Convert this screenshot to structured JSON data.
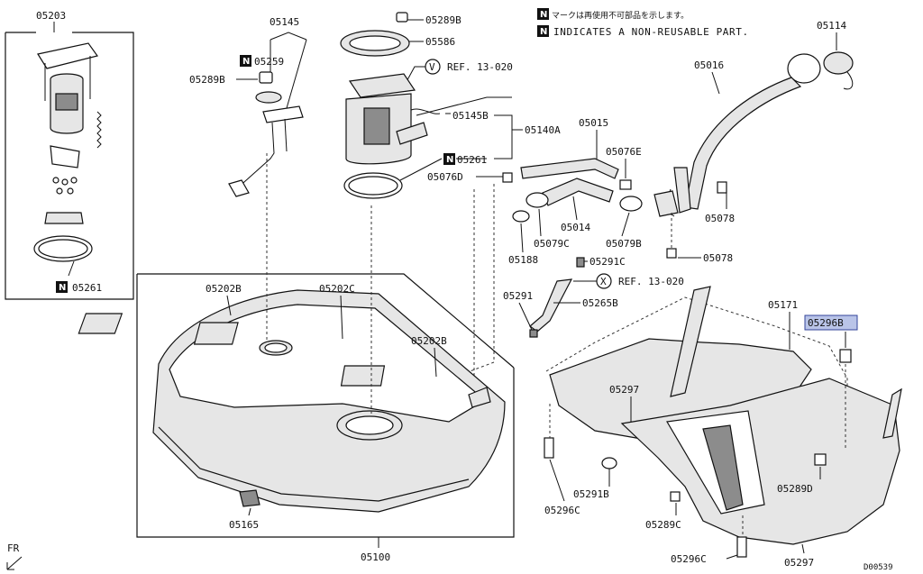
{
  "notes": {
    "ja": "マークは再使用不可部品を示します。",
    "en": "INDICATES A NON-REUSABLE PART.",
    "n_symbol": "N"
  },
  "circle_symbols": {
    "v": "V",
    "x": "X"
  },
  "labels": {
    "p05203": "05203",
    "p05145": "05145",
    "p05289B_top": "05289B",
    "p05586": "05586",
    "p05114": "05114",
    "p05259": "05259",
    "p05289B_left": "05289B",
    "ref_v": "REF. 13-020",
    "p05016": "05016",
    "p05145B": "05145B",
    "p05140A": "05140A",
    "p05015": "05015",
    "p05261_mid": "05261",
    "p05076E": "05076E",
    "p05076D": "05076D",
    "p05078_a": "05078",
    "p05014": "05014",
    "p05079C": "05079C",
    "p05079B": "05079B",
    "p05188": "05188",
    "p05291C": "05291C",
    "p05078_b": "05078",
    "ref_x": "REF. 13-020",
    "p05261_left": "05261",
    "p05202B_a": "05202B",
    "p05202C": "05202C",
    "p05291": "05291",
    "p05265B": "05265B",
    "p05171": "05171",
    "p05296B": "05296B",
    "p05202B_b": "05202B",
    "p05297_a": "05297",
    "p05289D": "05289D",
    "p05291B": "05291B",
    "p05296C_a": "05296C",
    "p05289C": "05289C",
    "p05165": "05165",
    "p05100": "05100",
    "p05296C_b": "05296C",
    "p05297_b": "05297",
    "fr": "FR",
    "diagram_id": "D00539"
  },
  "colors": {
    "highlight_fill": "#b9c4e8",
    "highlight_stroke": "#33449a",
    "line": "#111111"
  }
}
